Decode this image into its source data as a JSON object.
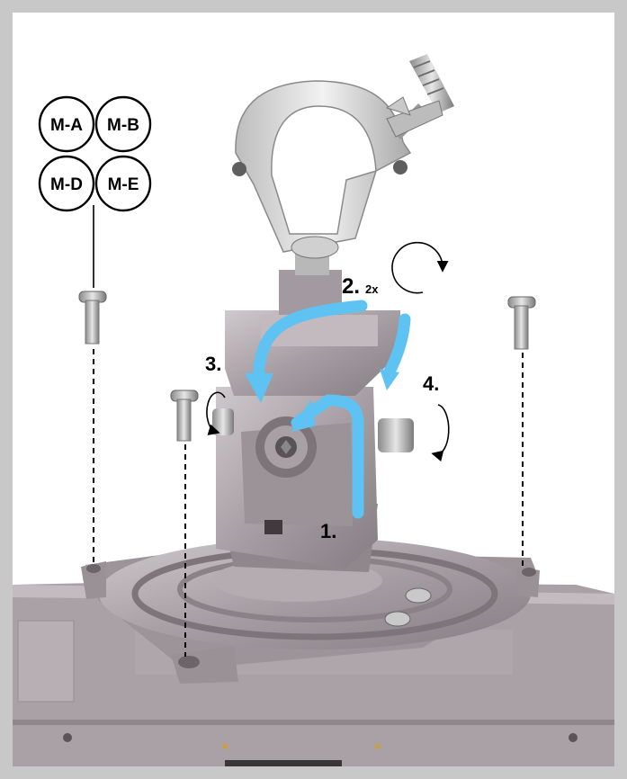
{
  "colors": {
    "frame": "#c8c8c8",
    "metal": "#a69ea3",
    "metal_dark": "#7f777c",
    "metal_light": "#cdc6ca",
    "clamp": "#d9d9d9",
    "arrow": "#5ec2f2",
    "base_plate": "#a89fa5"
  },
  "mount_labels": [
    "M-A",
    "M-B",
    "M-D",
    "M-E"
  ],
  "steps": {
    "step1": "1.",
    "step2": "2.",
    "step2_note": "2x",
    "step3": "3.",
    "step4": "4."
  },
  "icons": [
    "screw-icon",
    "rotate-clockwise-icon",
    "direction-arrow-icon",
    "clamp-icon"
  ]
}
